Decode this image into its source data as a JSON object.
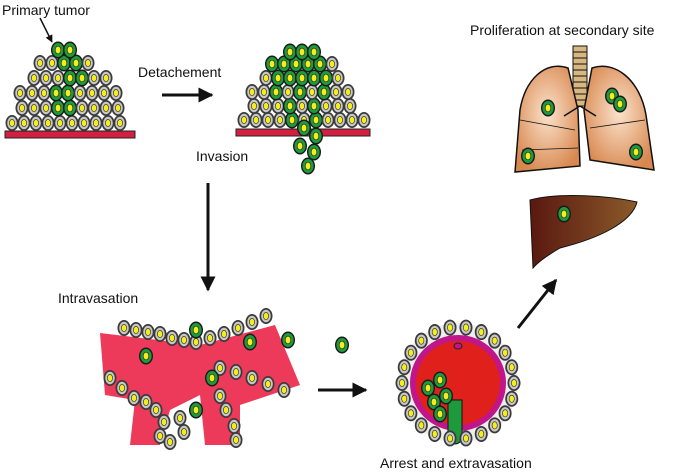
{
  "labels": {
    "primary_tumor": "Primary tumor",
    "detachement": "Detachement",
    "invasion": "Invasion",
    "intravasation": "Intravasation",
    "proliferation": "Proliferation at secondary site",
    "arrest": "Arrest and extravasation"
  },
  "colors": {
    "normal_cell_outer": "#3a3a3a",
    "normal_cell_ring": "#c8c8c8",
    "normal_cell_nucleus": "#f4ee1a",
    "tumor_cell_outer": "#1a1a1a",
    "tumor_cell_ring": "#1e9a3c",
    "tumor_cell_nucleus": "#f4ee1a",
    "basement_membrane": "#d42040",
    "vessel": "#ee3a5a",
    "vessel_lumen": "#e0201a",
    "vessel_wall": "#c0168a",
    "lung": "#e8a070",
    "liver": "#7a2f1a",
    "trachea": "#d8b880",
    "arrow": "#111111"
  },
  "icons": [
    "normal-cell-icon",
    "tumor-cell-icon",
    "arrow-icon",
    "lung-icon",
    "liver-icon",
    "blood-vessel-icon"
  ]
}
